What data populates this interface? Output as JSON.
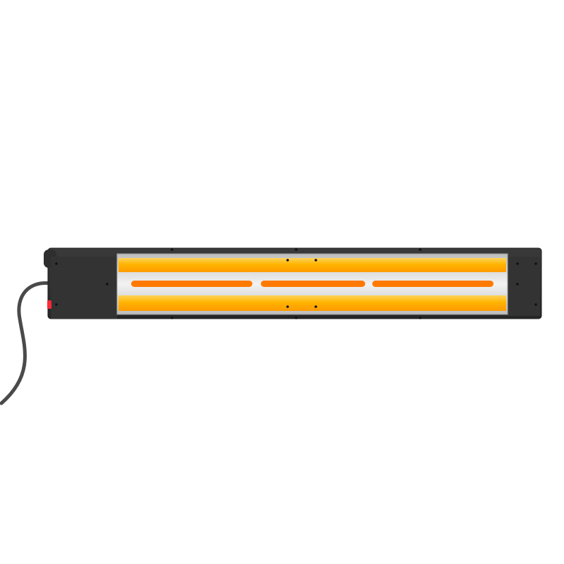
{
  "scene": {
    "subject": "infrared-patio-heater",
    "background_color": "#ffffff"
  },
  "colors": {
    "housing": "#2e2e2e",
    "housing_edge": "#1c1c1c",
    "end_cap": "#333333",
    "reflector": "#dcdcdc",
    "reflector_shadow": "#9a9a9a",
    "tube_glow": "#ffb400",
    "tube_core": "#ff8a00",
    "inner_lamp": "#ff7a00",
    "cable": "#4a4a4a",
    "switch_indicator": "#ff2a3a",
    "screw": "#111111"
  },
  "components": {
    "tubes": 2,
    "inner_lamp_segments": 3,
    "power_switch": "switch-indicator",
    "power_cable": "cable"
  }
}
